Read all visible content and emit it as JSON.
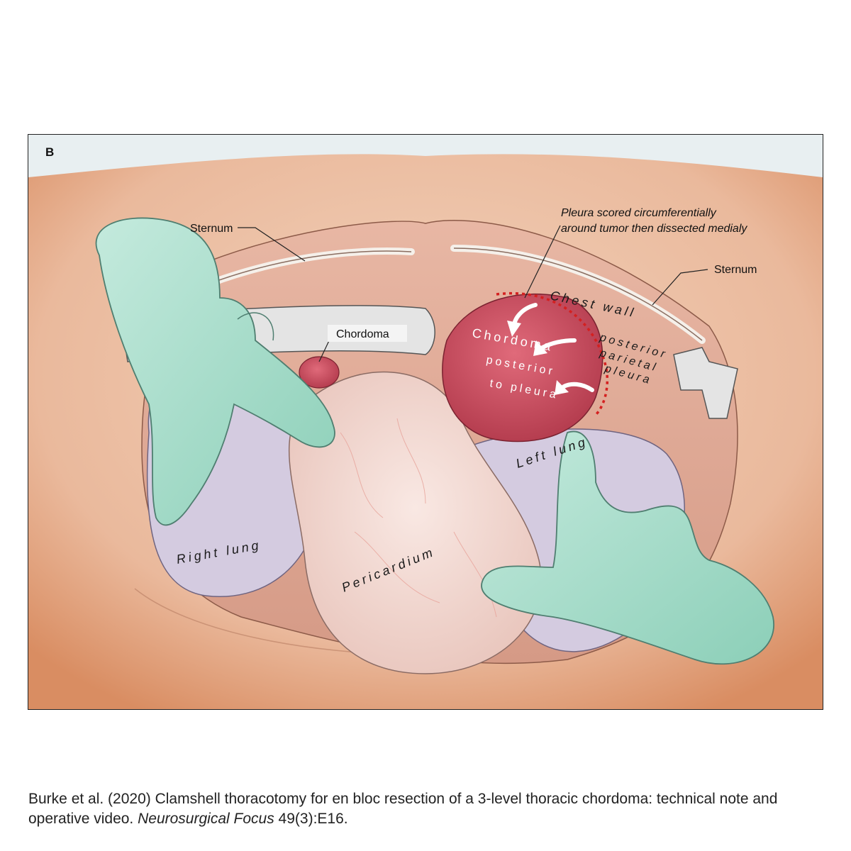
{
  "panel_letter": "B",
  "labels": {
    "sternum_left": "Sternum",
    "sternum_right": "Sternum",
    "pleura_note_line1": "Pleura scored circumferentially",
    "pleura_note_line2": "around tumor then dissected medialy",
    "chordoma_callout": "Chordoma",
    "chest_wall": "Chest wall",
    "posterior_parietal_pleura": [
      "posterior",
      "parietal",
      "pleura"
    ],
    "chordoma_tumor": [
      "Chordoma",
      "posterior",
      "to pleura"
    ],
    "left_lung": "Left lung",
    "right_lung": "Right lung",
    "pericardium": "Pericardium"
  },
  "citation": {
    "text": "Burke et al. (2020) Clamshell thoracotomy for en bloc resection of a 3-level thoracic chordoma: technical note and operative video.",
    "journal": "Neurosurgical Focus",
    "ref": "49(3):E16."
  },
  "colors": {
    "skin": "#efc7ad",
    "glove": "#a9dccb",
    "tumor": "#c8475a",
    "lung": "#cfc5dc",
    "pericardium": "#f1d6d0",
    "dotted_line": "#d42020"
  }
}
